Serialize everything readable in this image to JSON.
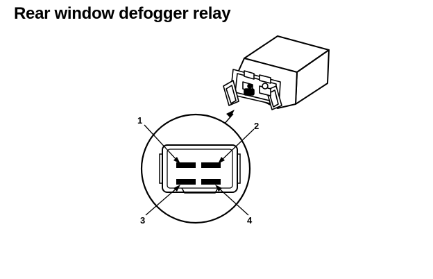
{
  "title": "Rear window defogger relay",
  "pin_labels": {
    "p1": "1",
    "p2": "2",
    "p3": "3",
    "p4": "4"
  },
  "colors": {
    "ink": "#000000",
    "background": "#ffffff",
    "pin_fill": "#000000"
  }
}
